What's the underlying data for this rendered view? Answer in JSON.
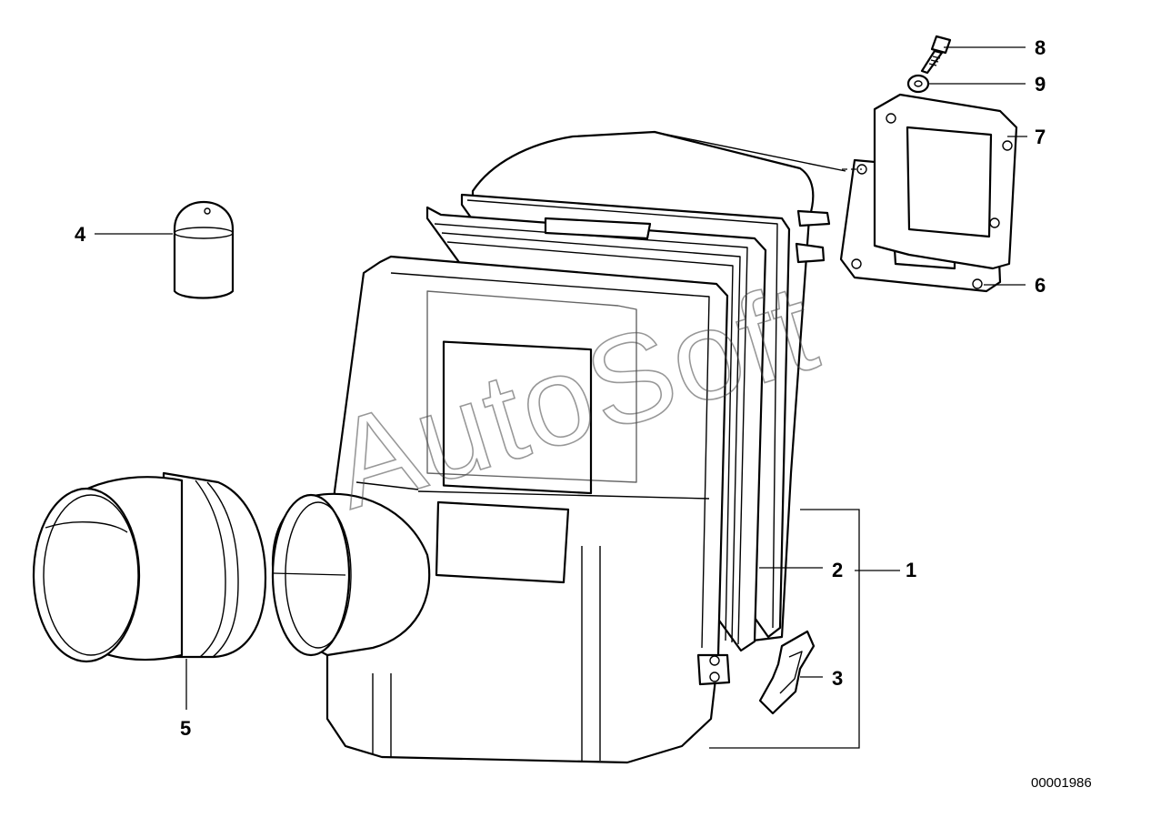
{
  "callouts": {
    "c1": "1",
    "c2": "2",
    "c3": "3",
    "c4": "4",
    "c5": "5",
    "c6": "6",
    "c7": "7",
    "c8": "8",
    "c9": "9"
  },
  "reference_number": "00001986",
  "watermark": "AutoSoft"
}
